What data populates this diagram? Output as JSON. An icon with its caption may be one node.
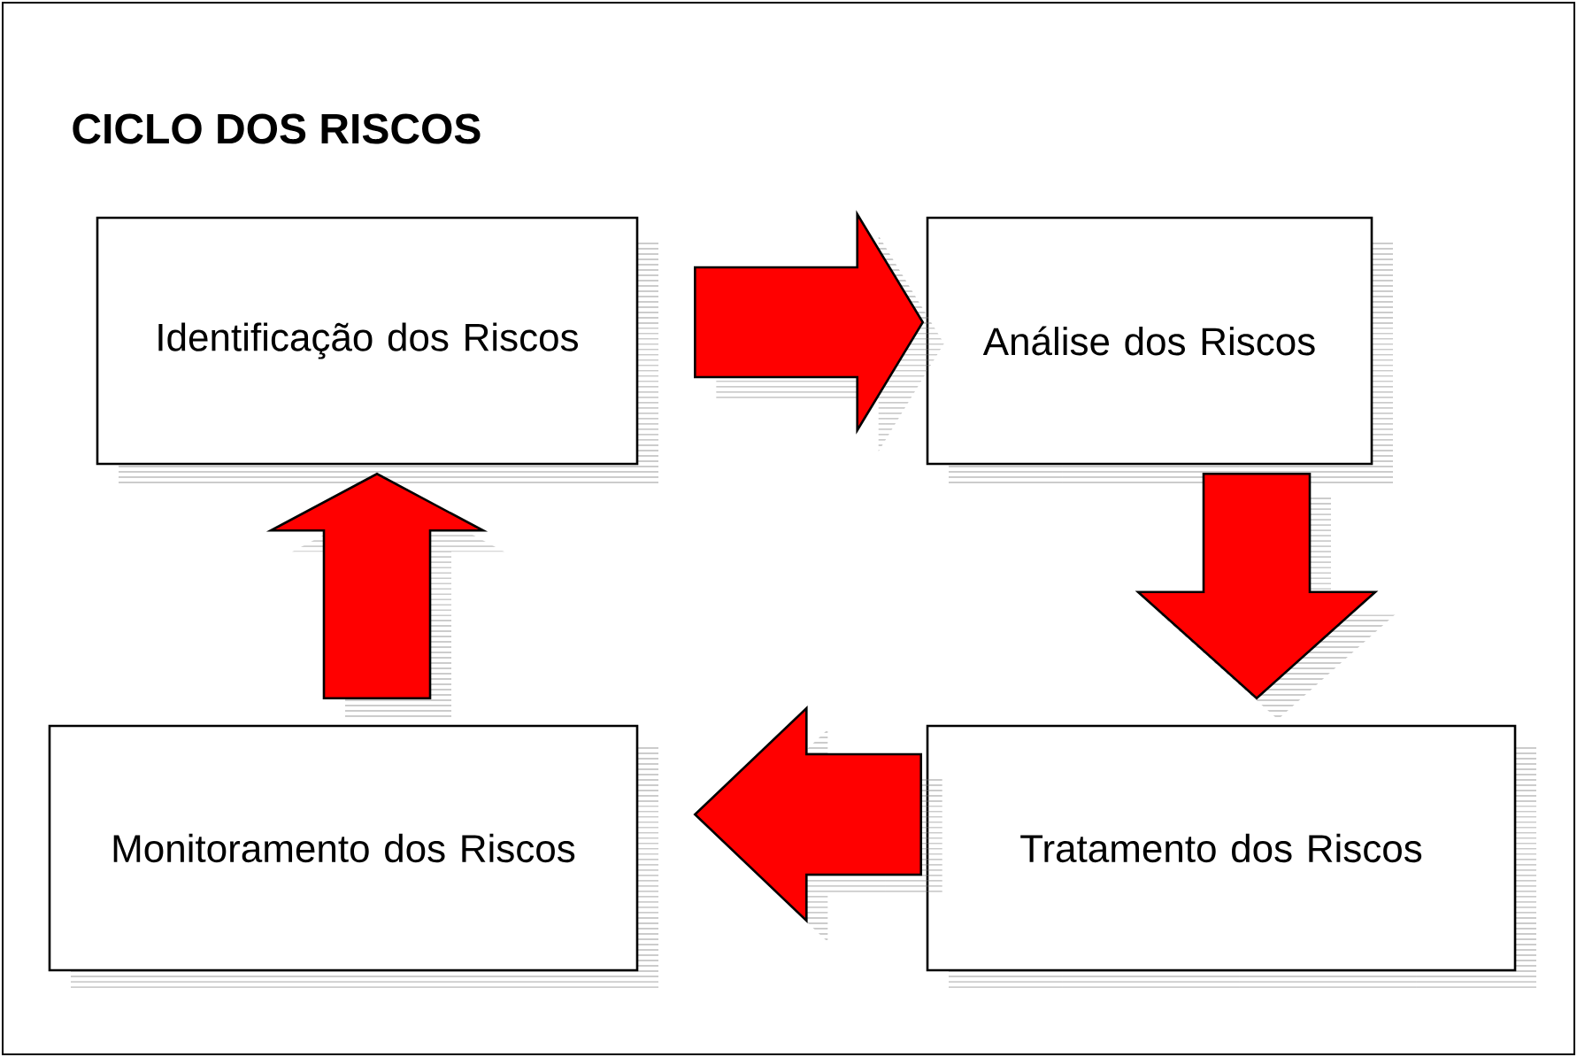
{
  "diagram": {
    "title": "CICLO DOS RISCOS",
    "nodes": [
      {
        "text": [
          "Identificação dos Riscos"
        ]
      },
      {
        "text": [
          "Análise dos Riscos"
        ]
      },
      {
        "text": [
          "Tratamento dos Riscos"
        ]
      },
      {
        "text": [
          "Monitoramento dos Riscos"
        ]
      }
    ],
    "edges": [
      {
        "from": 0,
        "to": 1,
        "arrow": "to"
      },
      {
        "from": 1,
        "to": 2,
        "arrow": "to"
      },
      {
        "from": 2,
        "to": 3,
        "arrow": "to"
      },
      {
        "from": 3,
        "to": 0,
        "arrow": "to"
      }
    ]
  }
}
